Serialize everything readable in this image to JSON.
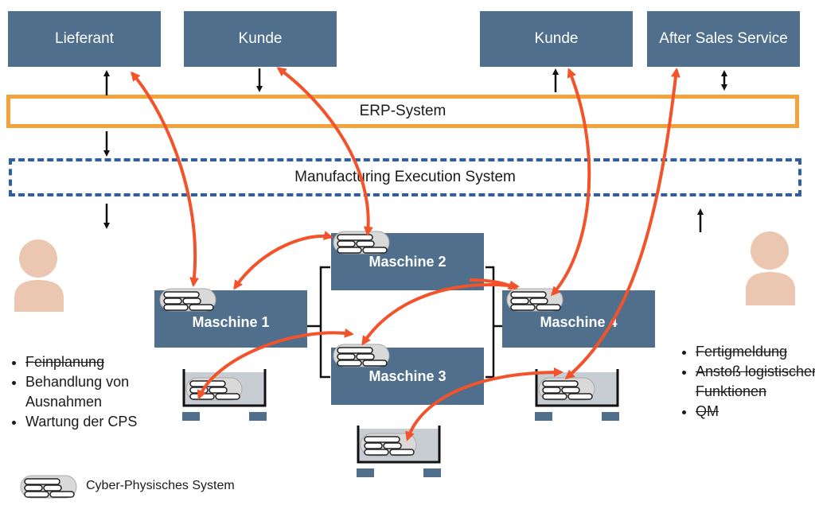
{
  "top_boxes": {
    "lieferant": "Lieferant",
    "kunde_left": "Kunde",
    "kunde_right": "Kunde",
    "after_sales": "After Sales Service"
  },
  "systems": {
    "erp": "ERP-System",
    "mes": "Manufacturing Execution System"
  },
  "machines": {
    "m1": "Maschine 1",
    "m2": "Maschine 2",
    "m3": "Maschine 3",
    "m4": "Maschine 4"
  },
  "left_list": [
    {
      "text": "Feinplanung",
      "struck": true
    },
    {
      "text": "Behandlung von Ausnahmen",
      "struck": false
    },
    {
      "text": "Wartung der CPS",
      "struck": false
    }
  ],
  "right_list": [
    {
      "text": "Fertigmeldung",
      "struck": true
    },
    {
      "text": "Anstoß logistischer Funktionen",
      "struck": true
    },
    {
      "text": "QM",
      "struck": true
    }
  ],
  "legend": {
    "label": "Cyber-Physisches System",
    "icon": "cps-icon"
  },
  "colors": {
    "box": "#4f6f8c",
    "erp_border": "#f4a23c",
    "mes_border": "#2e5ea8",
    "link_arrow": "#f2532b",
    "person": "#ebc6b0"
  }
}
